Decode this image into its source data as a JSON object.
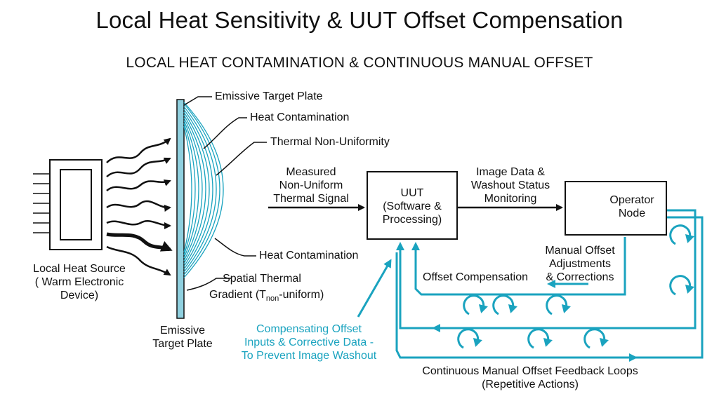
{
  "title": "Local Heat Sensitivity & UUT Offset Compensation",
  "subtitle": "LOCAL HEAT CONTAMINATION & CONTINUOUS MANUAL OFFSET",
  "labels": {
    "emissive_plate_top": "Emissive Target Plate",
    "heat_contamination_top": "Heat Contamination",
    "thermal_non_uniformity": "Thermal Non-Uniformity",
    "heat_contamination_bottom": "Heat Contamination",
    "spatial_gradient_line1": "Spatial Thermal",
    "spatial_gradient_line2_pre": "Gradient (T",
    "spatial_gradient_sub": "non",
    "spatial_gradient_line2_post": "-uniform)",
    "heat_source_line1": "Local Heat Source",
    "heat_source_line2": "( Warm Electronic",
    "heat_source_line3": "Device)",
    "plate_bottom_line1": "Emissive",
    "plate_bottom_line2": "Target Plate",
    "measured_line1": "Measured",
    "measured_line2": "Non-Uniform",
    "measured_line3": "Thermal Signal",
    "uut_line1": "UUT",
    "uut_line2": "(Software &",
    "uut_line3": "Processing)",
    "image_data_line1": "Image Data &",
    "image_data_line2": "Washout Status",
    "image_data_line3": "Monitoring",
    "operator_line1": "Operator",
    "operator_line2": "Node",
    "manual_offset_line1": "Manual Offset",
    "manual_offset_line2": "Adjustments",
    "manual_offset_line3": "& Corrections",
    "offset_compensation": "Offset Compensation",
    "compensating_line1": "Compensating Offset",
    "compensating_line2": "Inputs & Corrective Data -",
    "compensating_line3": "To Prevent Image Washout",
    "feedback_line1": "Continuous Manual Offset Feedback Loops",
    "feedback_line2": "(Repetitive Actions)"
  },
  "colors": {
    "plate": "#8fd0df",
    "teal": "#1aa3bf",
    "black": "#111111"
  },
  "icons": [
    "operator-person-icon",
    "heat-source-device-icon"
  ]
}
